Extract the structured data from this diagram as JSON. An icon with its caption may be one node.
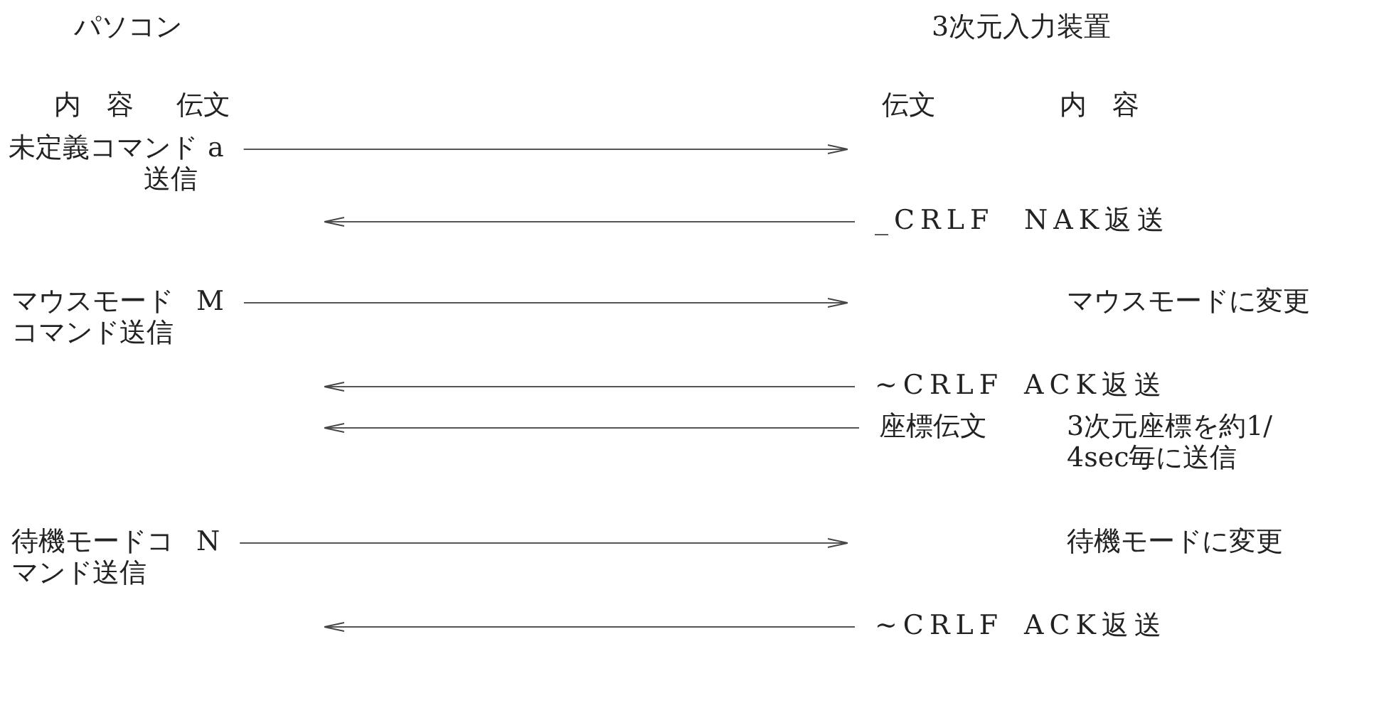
{
  "diagram": {
    "nodes": [
      {
        "text": [
          "a"
        ]
      },
      {
        "text": [
          "_CRLF"
        ]
      },
      {
        "text": [
          "M"
        ]
      },
      {
        "text": [
          "~CRLF"
        ]
      },
      {
        "text": [
          "座標伝文"
        ]
      },
      {
        "text": [
          "N"
        ]
      },
      {
        "text": [
          "~CRLF"
        ]
      }
    ],
    "edges": [
      {
        "from": 0,
        "to": null,
        "arrow": "to"
      },
      {
        "from": 1,
        "to": null,
        "arrow": "to"
      },
      {
        "from": 2,
        "to": null,
        "arrow": "to"
      },
      {
        "from": 3,
        "to": null,
        "arrow": "to"
      },
      {
        "from": 4,
        "to": null,
        "arrow": "to"
      },
      {
        "from": 5,
        "to": null,
        "arrow": "to"
      },
      {
        "from": 6,
        "to": null,
        "arrow": "to"
      }
    ],
    "labels": [
      "パソコン",
      "3次元入力装置",
      "内容",
      "伝文",
      "伝文",
      "内容",
      "未定義コマンド送信",
      "NAK返送",
      "マウスモードコマンド送信",
      "マウスモードに変更",
      "ACK返送",
      "3次元座標を約1/4sec毎に送信",
      "待機モードコマンド送信",
      "待機モードに変更",
      "ACK返送"
    ]
  }
}
